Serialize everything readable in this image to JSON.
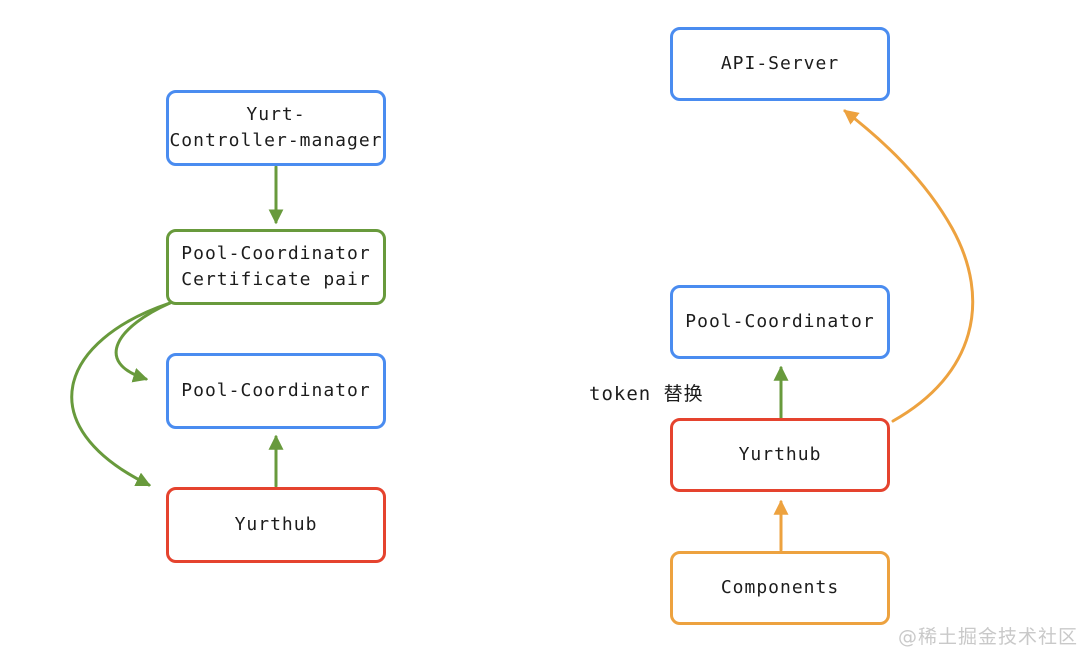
{
  "palette": {
    "blue": "#4a8cf0",
    "green": "#689a3c",
    "red": "#e5432e",
    "orange": "#eda23f",
    "text": "#1c1c1c",
    "watermark": "#c9c9c9"
  },
  "left_flow": {
    "nodes": {
      "controller": {
        "line1": "Yurt-",
        "line2": "Controller-manager",
        "border": "blue"
      },
      "cert_pair": {
        "line1": "Pool-Coordinator",
        "line2": "Certificate pair",
        "border": "green"
      },
      "pool_coordinator": {
        "label": "Pool-Coordinator",
        "border": "blue"
      },
      "yurthub": {
        "label": "Yurthub",
        "border": "red"
      }
    }
  },
  "right_flow": {
    "nodes": {
      "api_server": {
        "label": "API-Server",
        "border": "blue"
      },
      "pool_coordinator": {
        "label": "Pool-Coordinator",
        "border": "blue"
      },
      "yurthub": {
        "label": "Yurthub",
        "border": "red"
      },
      "components": {
        "label": "Components",
        "border": "orange"
      }
    },
    "annotation": "token 替换"
  },
  "edges": [
    {
      "from": "Yurt-Controller-manager",
      "to": "Pool-Coordinator Certificate pair",
      "color": "green",
      "shape": "straight-down"
    },
    {
      "from": "Pool-Coordinator Certificate pair",
      "to": "Pool-Coordinator (left)",
      "color": "green",
      "shape": "curve-left"
    },
    {
      "from": "Pool-Coordinator Certificate pair",
      "to": "Yurthub (left)",
      "color": "green",
      "shape": "curve-left-long"
    },
    {
      "from": "Yurthub (left)",
      "to": "Pool-Coordinator (left)",
      "color": "green",
      "shape": "straight-up"
    },
    {
      "from": "Yurthub (right)",
      "to": "Pool-Coordinator (right)",
      "color": "green",
      "shape": "straight-up"
    },
    {
      "from": "Components",
      "to": "Yurthub (right)",
      "color": "orange",
      "shape": "straight-up"
    },
    {
      "from": "Yurthub (right)",
      "to": "API-Server",
      "color": "orange",
      "shape": "curve-right-long"
    }
  ],
  "watermark": "@稀土掘金技术社区"
}
